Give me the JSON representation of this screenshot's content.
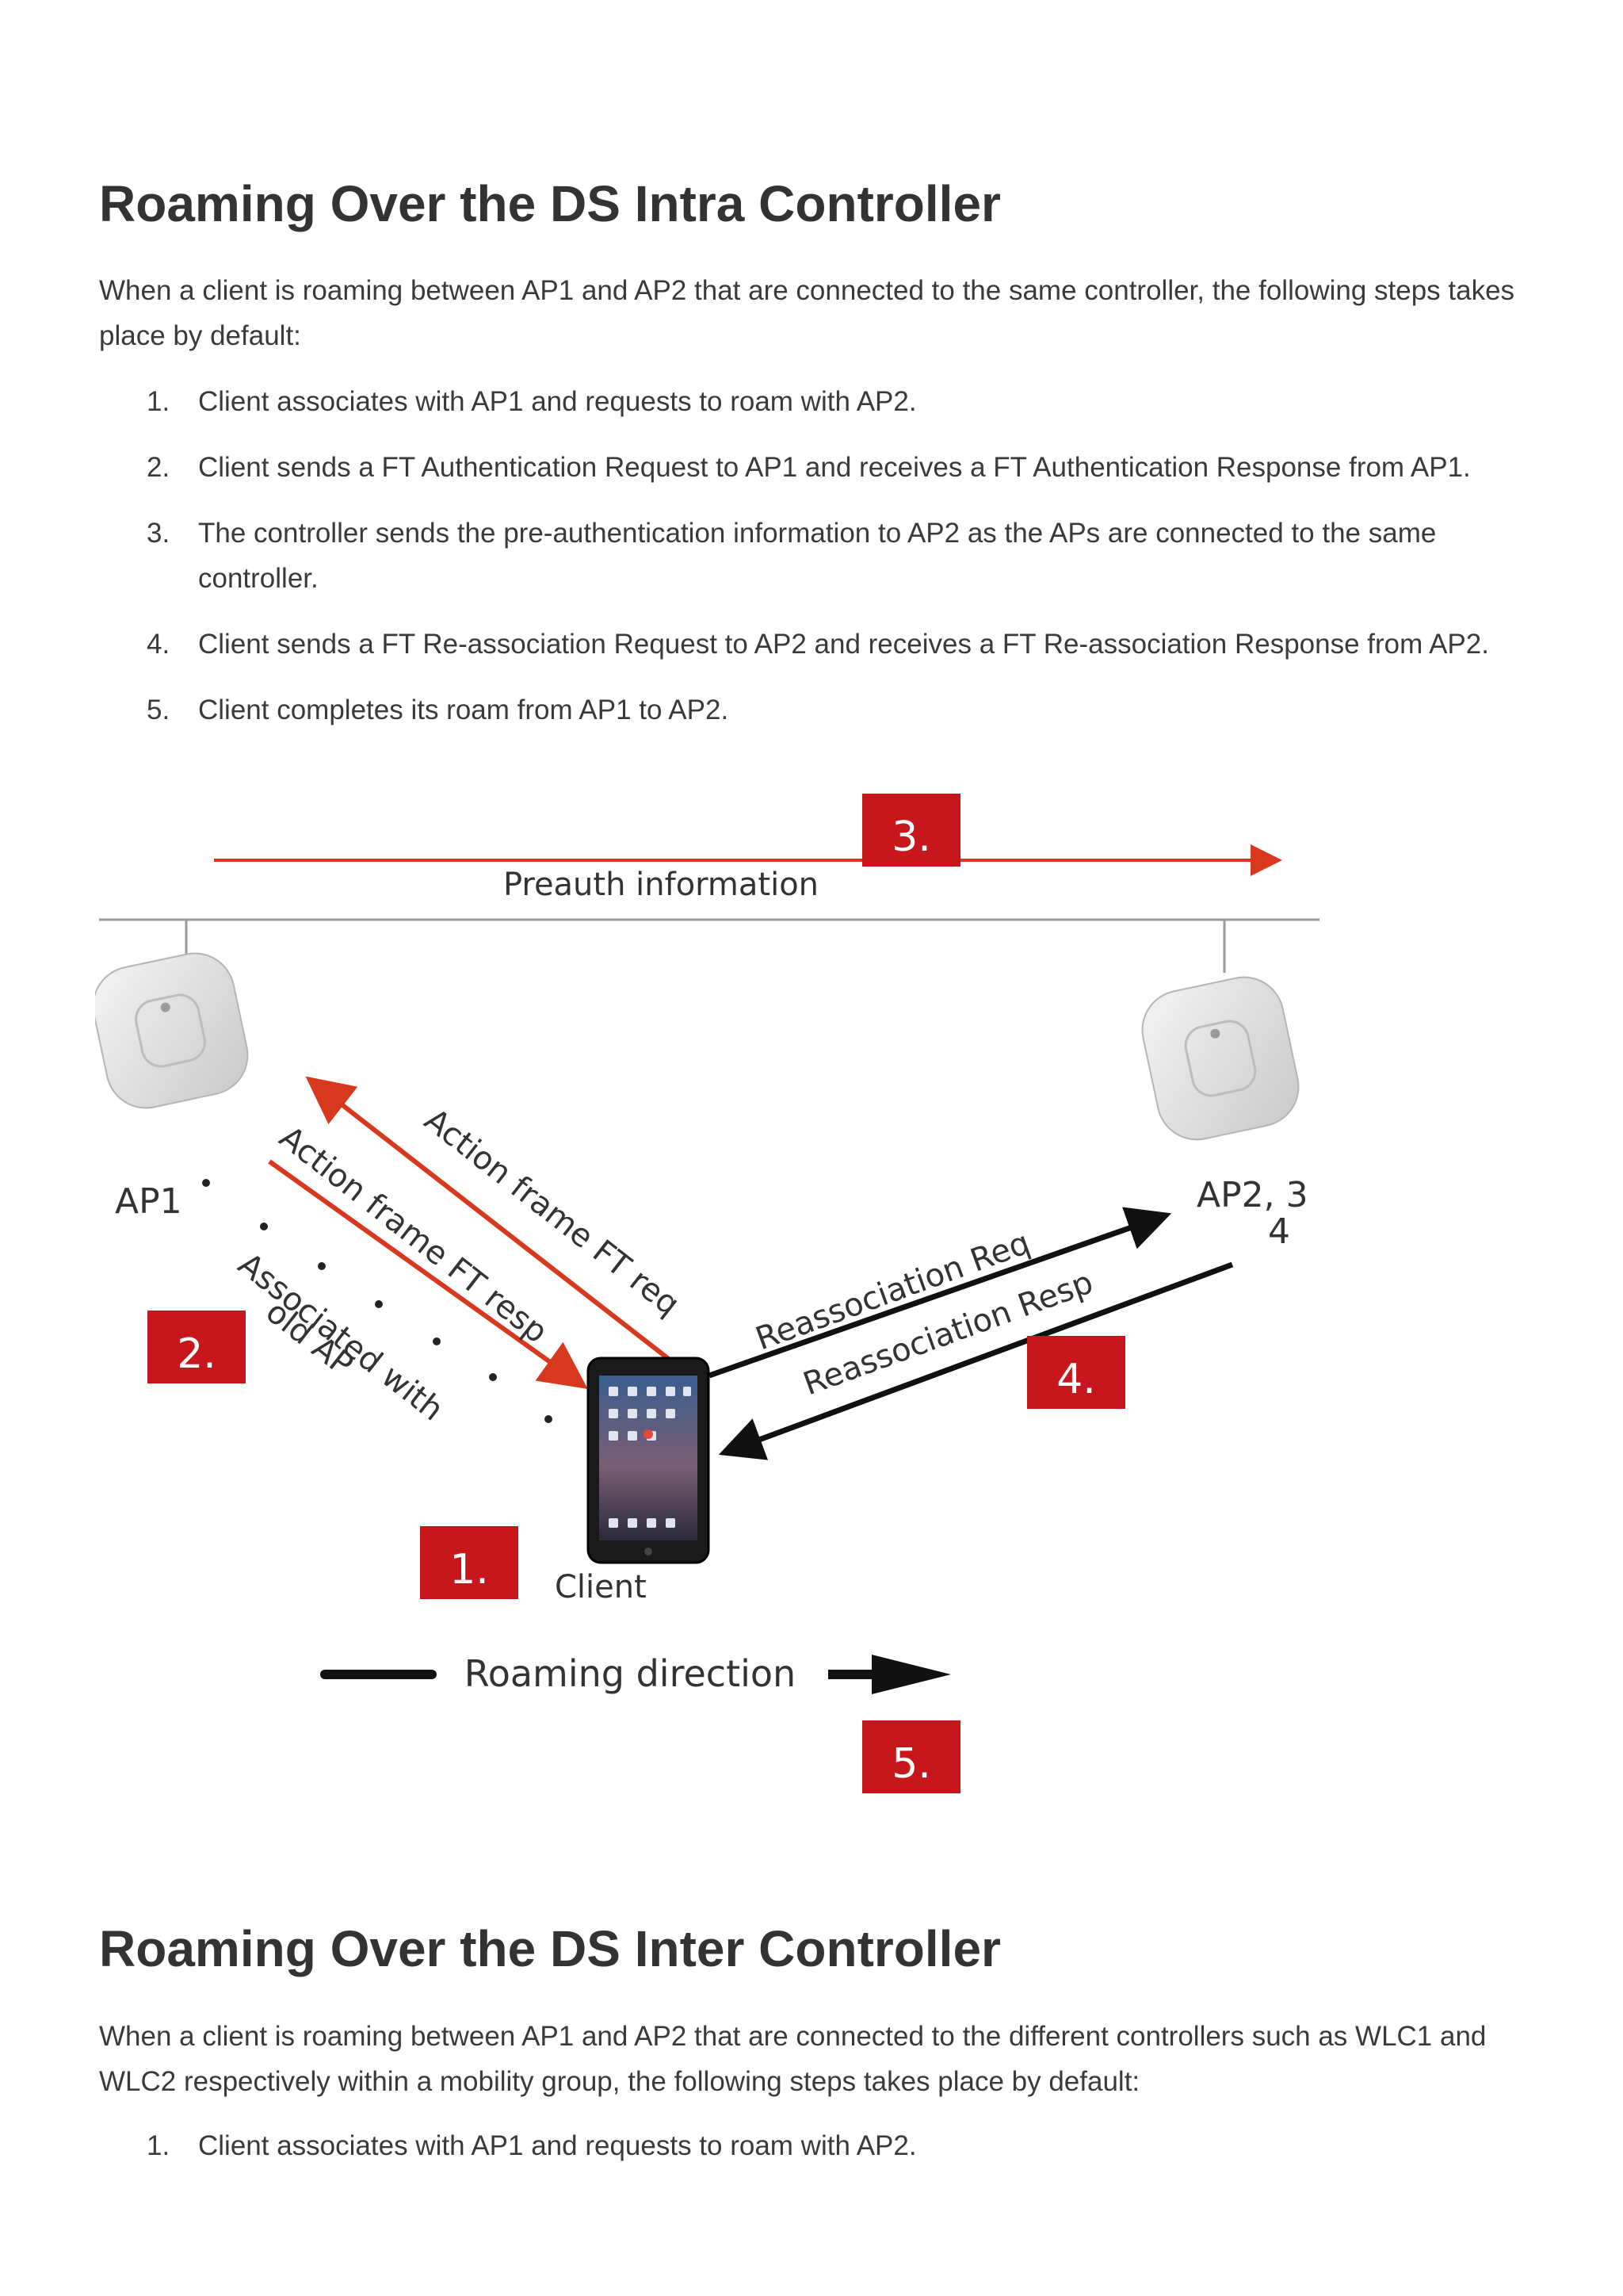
{
  "section1": {
    "title": "Roaming Over the DS Intra Controller",
    "intro": "When a client is roaming between AP1 and AP2 that are connected to the same controller, the following steps takes place by default:",
    "steps": [
      {
        "num": "1.",
        "text": "Client associates with AP1 and requests to roam with AP2."
      },
      {
        "num": "2.",
        "text": "Client sends a FT Authentication Request to AP1 and receives a FT Authentication Response from AP1."
      },
      {
        "num": "3.",
        "text": "The controller sends the pre-authentication information to AP2 as the APs are connected to the same controller."
      },
      {
        "num": "4.",
        "text": "Client sends a FT Re-association Request to AP2 and receives a FT Re-association Response from AP2."
      },
      {
        "num": "5.",
        "text": "Client completes its roam from AP1 to AP2."
      }
    ]
  },
  "diagram": {
    "preauth_label": "Preauth information",
    "ap1_label": "AP1",
    "ap2_label": "AP2, 3",
    "ap2_label_line2": "4",
    "action_req_label": "Action frame FT req",
    "action_resp_label": "Action frame FT resp",
    "assoc_label_line1": "Associated with",
    "assoc_label_line2": "old AP",
    "reassoc_req_label": "Reassociation Req",
    "reassoc_resp_label": "Reassociation Resp",
    "client_label": "Client",
    "roaming_label": "Roaming direction",
    "badges": [
      "1.",
      "2.",
      "3.",
      "4.",
      "5."
    ],
    "colors": {
      "badge": "#c8161d",
      "arrow_red": "#d8391e",
      "arrow_black": "#111111",
      "line_gray": "#9a9a9a"
    }
  },
  "section2": {
    "title": "Roaming Over the DS Inter Controller",
    "intro": "When a client is roaming between AP1 and AP2 that are connected to the different controllers such as WLC1 and WLC2 respectively within a mobility group, the following steps takes place by default:",
    "steps": [
      {
        "num": "1.",
        "text": "Client associates with AP1 and requests to roam with AP2."
      }
    ]
  }
}
